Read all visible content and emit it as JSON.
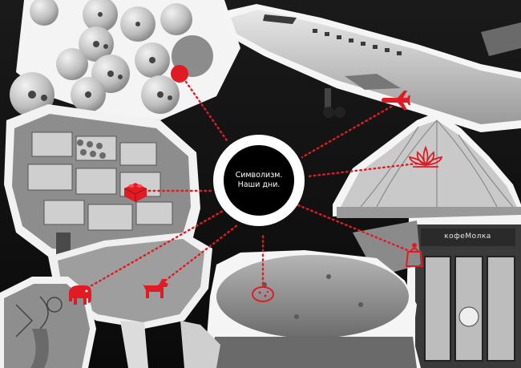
{
  "center": {
    "line1": "Символизм.",
    "line2": "Наши дни."
  },
  "shop_sign": "кофеМолка",
  "colors": {
    "accent": "#e01b24",
    "background": "#0d0d0d",
    "ring": "#ffffff"
  },
  "icons": [
    "balloon-dot-icon",
    "airplane-icon",
    "lotus-icon",
    "lego-brick-icon",
    "coffee-bag-icon",
    "elephant-icon",
    "dog-icon",
    "potato-icon"
  ]
}
